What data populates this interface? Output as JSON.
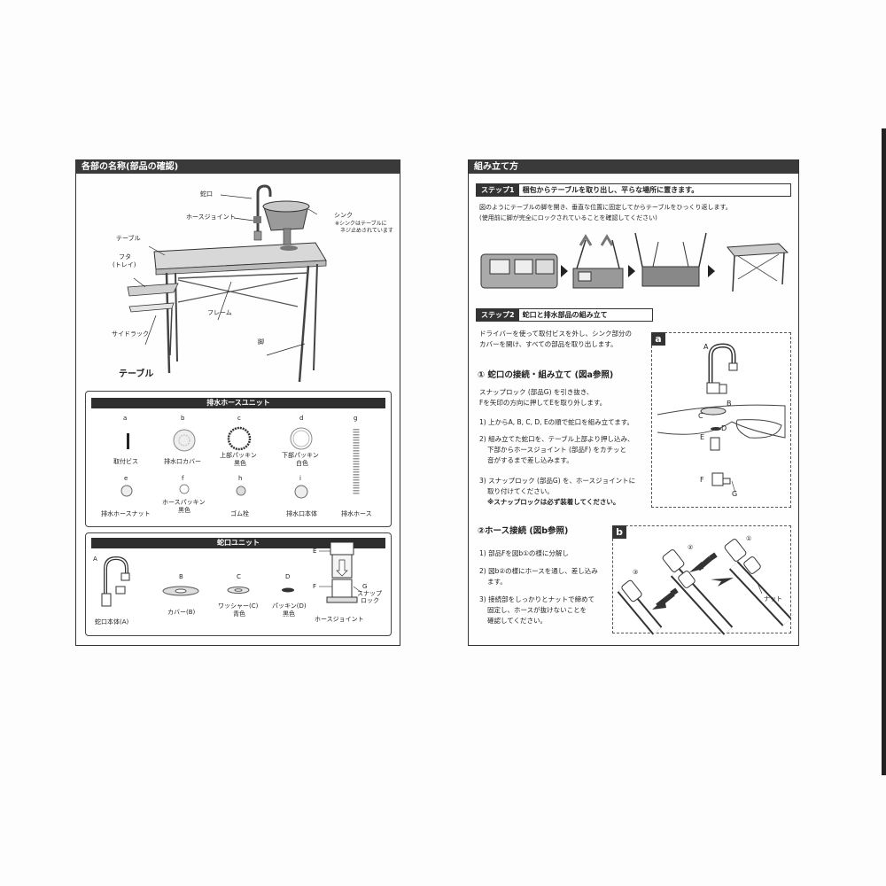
{
  "left": {
    "title": "各部の名称(部品の確認)",
    "table_labels": {
      "faucet": "蛇口",
      "hose_joint": "ホースジョイント",
      "sink": "シンク",
      "sink_note_1": "※シンクはテーブルに",
      "sink_note_2": "ネジ止めされています",
      "table": "テーブル",
      "lid_1": "フタ",
      "lid_2": "(トレイ)",
      "frame": "フレーム",
      "side_rack": "サイドラック",
      "leg": "脚",
      "caption": "テーブル"
    },
    "drain_unit": {
      "title": "排水ホースユニット",
      "parts": [
        {
          "letter": "a",
          "name": "取付ビス",
          "sub": ""
        },
        {
          "letter": "b",
          "name": "排水口カバー",
          "sub": ""
        },
        {
          "letter": "c",
          "name": "上部パッキン",
          "sub": "黒色"
        },
        {
          "letter": "d",
          "name": "下部パッキン",
          "sub": "白色"
        },
        {
          "letter": "g",
          "name": "排水ホース",
          "sub": ""
        },
        {
          "letter": "e",
          "name": "排水ホースナット",
          "sub": ""
        },
        {
          "letter": "f",
          "name": "ホースパッキン",
          "sub": "黒色"
        },
        {
          "letter": "h",
          "name": "ゴム栓",
          "sub": ""
        },
        {
          "letter": "i",
          "name": "排水口本体",
          "sub": ""
        }
      ]
    },
    "faucet_unit": {
      "title": "蛇口ユニット",
      "parts": [
        {
          "letter": "A",
          "name": "蛇口本体(A)",
          "sub": ""
        },
        {
          "letter": "B",
          "name": "カバー(B)",
          "sub": ""
        },
        {
          "letter": "C",
          "name": "ワッシャー(C)",
          "sub": "青色"
        },
        {
          "letter": "D",
          "name": "パッキン(D)",
          "sub": "黒色"
        },
        {
          "letter": "E",
          "name": "",
          "sub": ""
        },
        {
          "letter": "F",
          "name": "",
          "sub": ""
        },
        {
          "letter": "G",
          "name": "スナップ",
          "sub": "ロック"
        }
      ],
      "hose_joint_caption": "ホースジョイント"
    }
  },
  "right": {
    "title": "組み立て方",
    "step1": {
      "tag": "ステップ1",
      "title": "梱包からテーブルを取り出し、平らな場所に置きます。",
      "lines": [
        "図のようにテーブルの脚を開き、垂直な位置に固定してからテーブルをひっくり返します。",
        "(使用前に脚が完全にロックされていることを確認してください)"
      ]
    },
    "step2": {
      "tag": "ステップ2",
      "title": "蛇口と排水部品の組み立て",
      "intro": [
        "ドライバーを使って取付ビスを外し、シンク部分の",
        "カバーを開け、すべての部品を取り出します。"
      ],
      "sec1_title": "① 蛇口の接続・組み立て (図a参照)",
      "sec1_lines": [
        "スナップロック (部品G) を引き抜き、",
        "Fを矢印の方向に押してEを取り外します。",
        "1) 上からA, B, C, D, Eの順で蛇口を組み立てます。",
        "2) 組み立てた蛇口を、テーブル上部より押し込み、",
        "下部からホースジョイント (部品F) をカチッと",
        "音がするまで差し込みます。",
        "3) スナップロック (部品G) を、ホースジョイントに",
        "取り付けてください。",
        "※スナップロックは必ず装着してください。"
      ],
      "sec2_title": "②ホース接続 (図b参照)",
      "sec2_lines": [
        "1) 部品Fを図b①の様に分解し",
        "2) 図b②の様にホースを通し、差し込み",
        "ます。",
        "3) 接続部をしっかりとナットで締めて",
        "固定し、ホースが抜けないことを",
        "確認してください。"
      ],
      "fig_a": {
        "tag": "a",
        "labels": [
          "A",
          "B",
          "C",
          "D",
          "E",
          "F",
          "G"
        ]
      },
      "fig_b": {
        "tag": "b",
        "labels": [
          "①",
          "②",
          "③"
        ],
        "nut": "ナット"
      }
    }
  }
}
